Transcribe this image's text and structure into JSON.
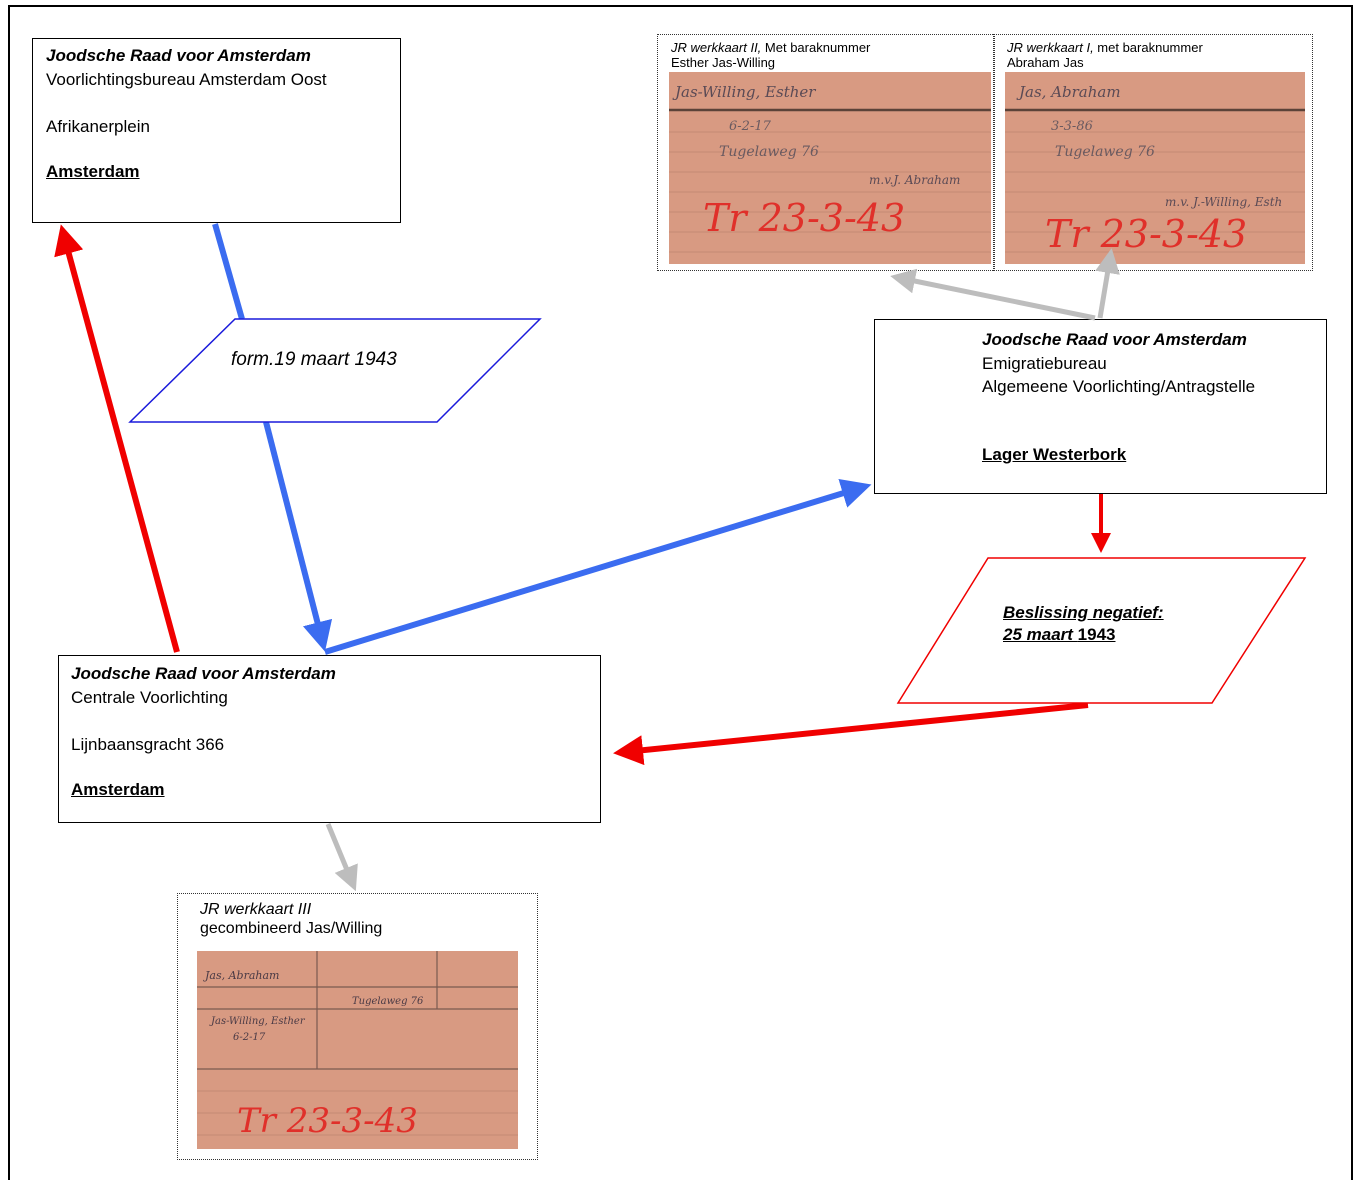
{
  "box_oost": {
    "title": "Joodsche Raad voor Amsterdam",
    "line1": "Voorlichtingsbureau Amsterdam Oost",
    "line2": "Afrikanerplein",
    "city": "Amsterdam"
  },
  "box_centrale": {
    "title": "Joodsche Raad voor Amsterdam",
    "line1": "Centrale Voorlichting",
    "line2": "Lijnbaansgracht 366",
    "city": "Amsterdam"
  },
  "box_westerbork": {
    "title": "Joodsche Raad voor Amsterdam",
    "line1": "Emigratiebureau",
    "line2": "Algemeene Voorlichting/Antragstelle",
    "city": "Lager Westerbork"
  },
  "form_blue": {
    "text": "form.19 maart 1943"
  },
  "form_red": {
    "line1": "Beslissing negatief:",
    "line2_italic": "25 maart ",
    "line2_bold": "1943"
  },
  "card_ii": {
    "caption_italic": "JR werkkaart II,",
    "caption_rest": " Met baraknummer",
    "name": "Esther Jas-Willing",
    "handwriting": [
      "Jas-Willing, Esther",
      "6-2-17",
      "Tugelaweg 76",
      "m.v.J. Abraham",
      "Tr 23-3-43"
    ]
  },
  "card_i": {
    "caption_italic": "JR werkkaart I,",
    "caption_rest": " met baraknummer",
    "name": "Abraham Jas",
    "handwriting": [
      "Jas, Abraham",
      "3-3-86",
      "Tugelaweg 76",
      "m.v. J.-Willing, Esth",
      "Tr 23-3-43"
    ]
  },
  "card_iii": {
    "caption_italic": "JR werkkaart III",
    "caption_line2": "gecombineerd Jas/Willing",
    "handwriting": [
      "Jas, Abraham",
      "Jas-Willing, Esther",
      "6-2-17",
      "Tugelaweg 76",
      "Tr 23-3-43"
    ]
  },
  "colors": {
    "blue": "#3b6cf0",
    "red": "#f00000",
    "grey": "#bdbdbd",
    "card": "#d89a82"
  }
}
